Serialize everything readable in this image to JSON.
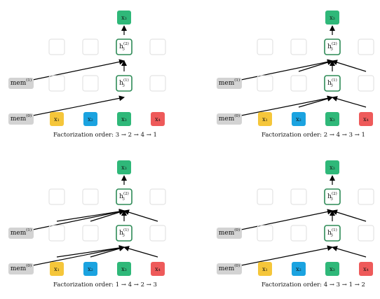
{
  "colors": {
    "x1": "#f5c63a",
    "x2": "#1ba3e0",
    "x3": "#2fb879",
    "x4": "#ee5a5a",
    "hidden_border": "#2e8b57",
    "mem_fill": "#d3d3d3",
    "ghost_border": "#e3e3e3",
    "edge": "#000000"
  },
  "panels": [
    {
      "caption": "Factorization order: 3 → 2 → 4 → 1",
      "mem_top": "mem(1)",
      "mem_bottom": "mem(0)",
      "target": "x3",
      "h_top": "h3(2)",
      "h_bottom": "h3(1)",
      "inputs": [
        "x1",
        "x2",
        "x3",
        "x4"
      ]
    },
    {
      "caption": "Factorization order: 2 → 4 → 3 → 1",
      "mem_top": "mem(1)",
      "mem_bottom": "mem(0)",
      "target": "x3",
      "h_top": "h3(2)",
      "h_bottom": "h3(1)",
      "inputs": [
        "x1",
        "x2",
        "x3",
        "x4"
      ]
    },
    {
      "caption": "Factorization order: 1 → 4 → 2 → 3",
      "mem_top": "mem(1)",
      "mem_bottom": "mem(0)",
      "target": "x3",
      "h_top": "h3(2)",
      "h_bottom": "h3(1)",
      "inputs": [
        "x1",
        "x2",
        "x3",
        "x4"
      ]
    },
    {
      "caption": "Factorization order: 4 → 3 → 1 → 2",
      "mem_top": "mem(0)",
      "mem_bottom": "mem(0)",
      "target": "x3",
      "h_top": "h3(2)",
      "h_bottom": "h3(1)",
      "inputs": [
        "x1",
        "x2",
        "x3",
        "x4"
      ]
    }
  ]
}
